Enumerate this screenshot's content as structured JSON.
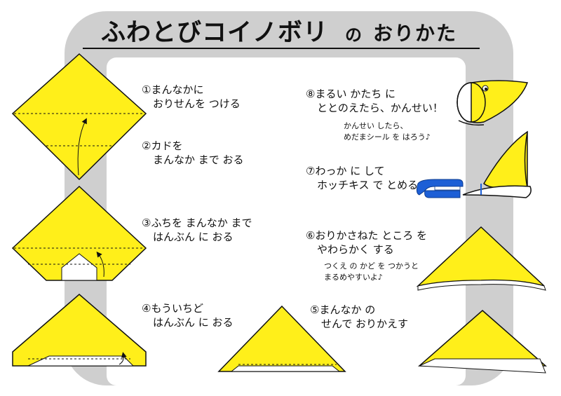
{
  "title": {
    "main": "ふわとびコイノボリ",
    "particle": "の",
    "sub": "おりかた"
  },
  "steps": [
    {
      "num": "①",
      "line1": "まんなかに",
      "line2": "おりせんを つける"
    },
    {
      "num": "②",
      "line1": "カドを",
      "line2": "まんなか まで おる"
    },
    {
      "num": "③",
      "line1": "ふちを まんなか まで",
      "line2": "はんぶん に おる"
    },
    {
      "num": "④",
      "line1": "もういちど",
      "line2": "はんぶん に おる"
    },
    {
      "num": "⑤",
      "line1": "まんなか の",
      "line2": "せんで おりかえす"
    },
    {
      "num": "⑥",
      "line1": "おりかさねた ところ を",
      "line2": "やわらかく する"
    },
    {
      "num": "⑦",
      "line1": "わっか に して",
      "line2": "ホッチキス で とめる"
    },
    {
      "num": "⑧",
      "line1": "まるい かたち に",
      "line2": "ととのえたら、かんせい！"
    }
  ],
  "notes": {
    "step6": {
      "line1": "つくえ の かど を つかうと",
      "line2": "まるめやすいよ♪"
    },
    "step8": {
      "line1": "かんせい したら、",
      "line2": "めだまシール を はろう♪"
    }
  },
  "colors": {
    "paper": "#ffef1a",
    "frame": "#cfcfcf",
    "stapler": "#1d5fd6",
    "outline": "#111111"
  },
  "icons": [
    "curved-arrow-icon",
    "stapler-icon"
  ]
}
